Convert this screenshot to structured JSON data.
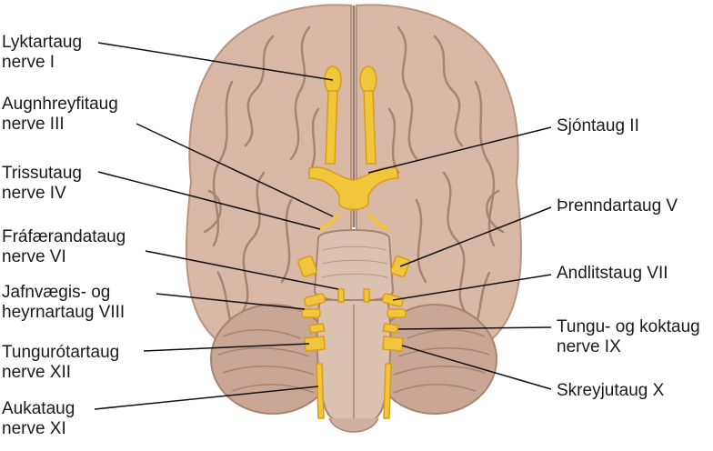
{
  "colors": {
    "brain_fill": "#d9b8a6",
    "brain_shadow": "#b8957f",
    "brain_fold": "#9c7866",
    "cerebellum": "#c9a794",
    "brainstem": "#dcc1b0",
    "nerve": "#f2c63b",
    "nerve_dark": "#d99d1a",
    "leader": "#111111"
  },
  "labels": {
    "olfactory": [
      "Lyktartaug",
      "nerve I"
    ],
    "oculomotor": [
      "Augnhreyfitaug",
      "nerve III"
    ],
    "trochlear": [
      "Trissutaug",
      "nerve IV"
    ],
    "abducens": [
      "Fráfærandataug",
      "nerve VI"
    ],
    "vestibulocochlear": [
      "Jafnvægis- og",
      "heyrnartaug VIII"
    ],
    "hypoglossal": [
      "Tungurótartaug",
      "nerve XII"
    ],
    "accessory": [
      "Aukataug",
      "nerve XI"
    ],
    "optic": [
      "Sjóntaug II"
    ],
    "trigeminal": [
      "Þrenndartaug V"
    ],
    "facial": [
      "Andlitstaug VII"
    ],
    "glossopharyngeal": [
      "Tungu- og koktaug",
      "nerve IX"
    ],
    "vagus": [
      "Skreyjutaug X"
    ]
  }
}
